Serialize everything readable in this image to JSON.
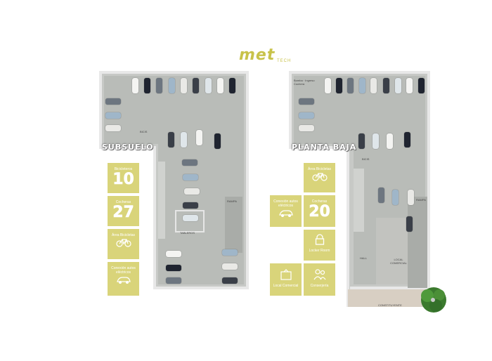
{
  "logo": {
    "main": "met",
    "sub": "TECH"
  },
  "plans": [
    {
      "id": "subsuelo",
      "title": "SUBSUELO",
      "labels": {
        "bicis": "BICIS",
        "rampa": "RAMPA",
        "tableros": "TABLEROS"
      },
      "tiles": [
        {
          "label": "Bicicleteros",
          "value": "10"
        },
        {
          "label": "Cocheras",
          "value": "27"
        },
        {
          "label": "Área Bicicletas",
          "icon": "bicycle-icon"
        },
        {
          "label": "Conexión autos eléctricos",
          "icon": "electric-car-icon"
        }
      ]
    },
    {
      "id": "planta-baja",
      "title": "PLANTA BAJA",
      "labels": {
        "bicis": "BICIS",
        "rampa": "RAMPA",
        "hall": "HALL",
        "local": "LOCAL COMERCIAL",
        "constituyente": "CONSTITUYENTE",
        "top_note": "Bomba · Ingreso Cochera"
      },
      "tiles": [
        {
          "label": "Área Bicicletas",
          "icon": "bicycle-icon"
        },
        {
          "label": "Conexión autos eléctricos",
          "icon": "electric-car-icon"
        },
        {
          "label": "Cocheras",
          "value": "20"
        },
        {
          "label": "Locker Room",
          "icon": "lock-icon"
        },
        {
          "label": "Local Comercial",
          "icon": "shop-icon"
        },
        {
          "label": "Conserjería",
          "icon": "people-icon"
        }
      ]
    }
  ]
}
